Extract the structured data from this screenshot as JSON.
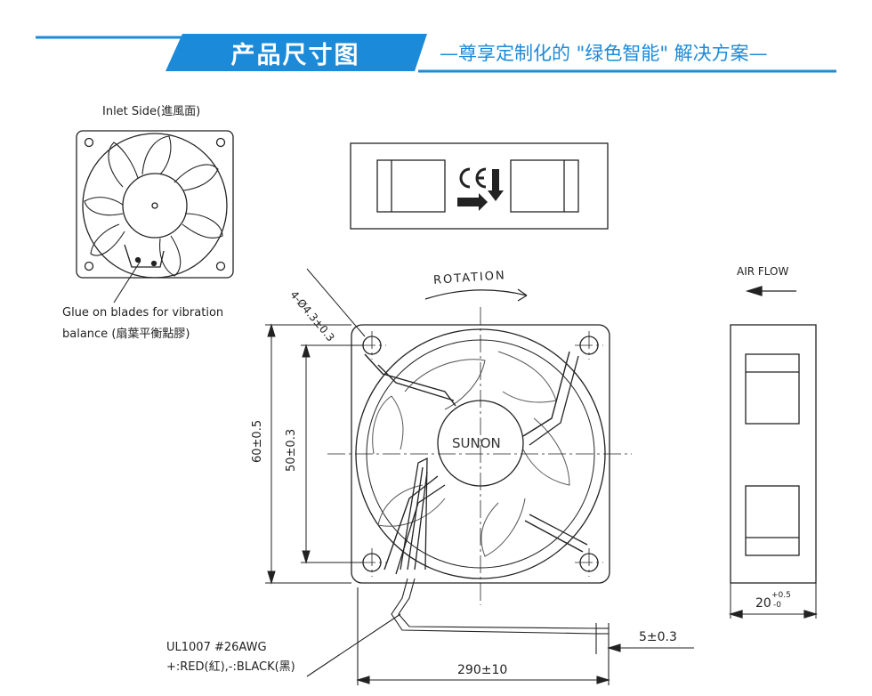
{
  "header": {
    "title": "产品尺寸图",
    "subtitle": "—尊享定制化的 \"绿色智能\" 解决方案—",
    "accent": "#1a8ad9"
  },
  "inlet": {
    "label": "Inlet  Side(進風面)",
    "glue_note_line1": "Glue  on  blades  for  vibration",
    "glue_note_line2": "balance  (扇葉平衡點膠)"
  },
  "front": {
    "brand": "SUNON",
    "rotation": "ROTATION",
    "hole_spec": "4-Ø4.3±0.3",
    "dim_60": "60±0.5",
    "dim_50": "50±0.3"
  },
  "side": {
    "airflow": "AIR  FLOW",
    "thickness": "20",
    "thickness_tol_upper": "+0.5",
    "thickness_tol_lower": "-0"
  },
  "wire": {
    "spec_line1": "UL1007  #26AWG",
    "spec_line2": "+:RED(紅),-:BLACK(黑)",
    "strip": "5±0.3",
    "length": "290±10"
  },
  "icons": {
    "ce": "ce-mark-icon",
    "arrow": "airflow-arrow-icon"
  }
}
